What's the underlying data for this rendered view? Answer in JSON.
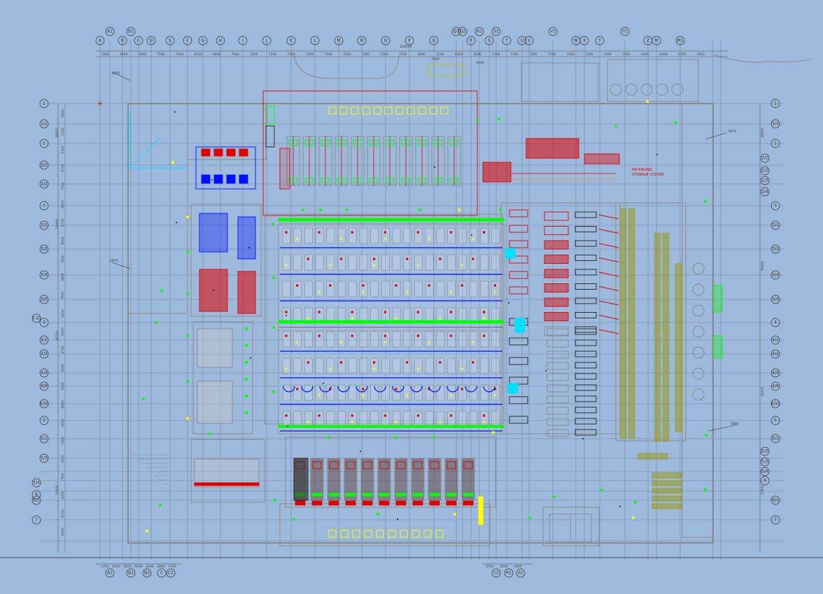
{
  "colors": {
    "background": "#9db9dc",
    "gridline": "#6f86a6",
    "wall": "#8a8a8a",
    "equipment_red": "#e00000",
    "equipment_blue": "#0010ff",
    "equipment_yellow": "#ffff00",
    "equipment_green": "#00ff00",
    "equipment_olive": "#9a9a1a",
    "equipment_cyan": "#00e0ff",
    "equipment_dark": "#222222"
  },
  "grid": {
    "top_labels": [
      "A",
      "A1",
      "B",
      "B1",
      "C",
      "D",
      "E",
      "F",
      "G",
      "H",
      "I",
      "J",
      "K",
      "L",
      "M",
      "N",
      "O",
      "P",
      "Q",
      "Q1",
      "Q2",
      "R",
      "R1",
      "S",
      "S1",
      "T",
      "U",
      "V",
      "V1",
      "W",
      "X",
      "Y",
      "Y1",
      "Z",
      "M",
      "M1"
    ],
    "bottom_labels": [
      "A1",
      "B1",
      "B2",
      "C",
      "C1",
      "C2",
      "R1",
      "S1"
    ],
    "left_labels": [
      "1",
      "1/1",
      "1",
      "2/1",
      "2/2",
      "3",
      "3/1",
      "3/2",
      "3/4",
      "3/5",
      "3.10",
      "4",
      "4/1",
      "4/2",
      "4/4",
      "4/6",
      "4/10",
      "5",
      "5/1",
      "5/3",
      "5/4",
      "6",
      "6/1",
      "7"
    ],
    "right_labels": [
      "1",
      "1/1",
      "1",
      "2/1",
      "2/2",
      "2/3",
      "2/4",
      "3",
      "3/1",
      "3/2",
      "3/4",
      "3/5",
      "4",
      "4/1",
      "4/2",
      "4/4",
      "4/6",
      "4/10",
      "5",
      "5/1",
      "5/2",
      "5/3",
      "5/4",
      "6",
      "6/1",
      "7"
    ],
    "top_dimensions": [
      "7500",
      "3900",
      "5600",
      "7500",
      "7500",
      "8100",
      "6000",
      "7500",
      "7500",
      "7500",
      "7500",
      "7500",
      "7500",
      "7500",
      "7500",
      "7500",
      "7500",
      "3900",
      "2100",
      "4500",
      "4500",
      "7500",
      "7500",
      "7500",
      "7500",
      "7500",
      "7500",
      "7500",
      "7500",
      "3400",
      "8400",
      "6750",
      "3950"
    ],
    "top_total": "168000",
    "bottom_dimensions": [
      "2700",
      "4500",
      "4500",
      "6000",
      "4100",
      "4800",
      "2700"
    ],
    "bottom_right_dimensions": [
      "4500",
      "4500",
      "4000"
    ],
    "left_dimensions": [
      "6600",
      "2000",
      "2300",
      "6700",
      "7500",
      "6000",
      "8700",
      "6000",
      "5000",
      "4800",
      "7600",
      "8100",
      "6300",
      "4700",
      "6300",
      "5000",
      "6600",
      "6000",
      "7400",
      "5200",
      "7500",
      "5000",
      "8700",
      "6000"
    ],
    "left_totals": [
      "16800",
      "59400",
      "16200",
      "35400"
    ],
    "right_totals": [
      "16800",
      "59400",
      "16200",
      "10800"
    ]
  },
  "annotations": {
    "label_1": "PACKAGING",
    "label_2": "STORAGE SYSTEM",
    "tag_nw": "CNY1",
    "tag_w": "CNY1",
    "tag_ne": "CNY1",
    "tag_se": "CNY1",
    "ref_a": "7500",
    "ref_b": "6000"
  }
}
